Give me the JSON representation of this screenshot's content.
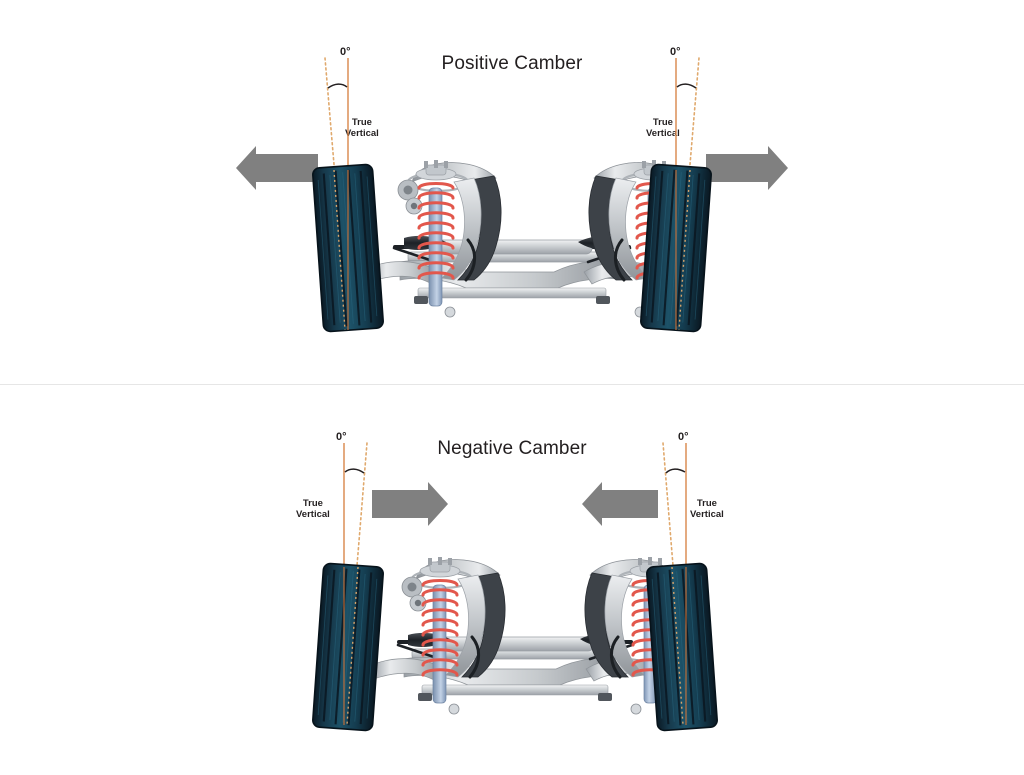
{
  "background_color": "#ffffff",
  "divider_color": "#e6e6e6",
  "colors": {
    "title_text": "#231f20",
    "label_text": "#231f20",
    "true_vertical_line": "#d9874a",
    "camber_line_dotted": "#e0a96d",
    "arrow_gray": "#808080",
    "tire_dark": "#0d2230",
    "tire_teal": "#1b4a5e",
    "spring_red": "#e2574c",
    "shock_blue": "#9fb6d4",
    "metal_light": "#d8dadd",
    "metal_mid": "#a8acb1",
    "metal_dark": "#4a4f55",
    "arc_marker": "#231f20"
  },
  "panels": [
    {
      "id": "positive",
      "title": "Positive Camber",
      "wheel_tilt_deg": 4,
      "tilt_direction": "top-outward",
      "arrows": [
        {
          "name": "left-arrow",
          "direction": "left"
        },
        {
          "name": "right-arrow",
          "direction": "right"
        }
      ],
      "annotations": [
        {
          "side": "left",
          "angle_label": "0°",
          "true_vertical_line1": "True",
          "true_vertical_line2": "Vertical"
        },
        {
          "side": "right",
          "angle_label": "0°",
          "true_vertical_line1": "True",
          "true_vertical_line2": "Vertical"
        }
      ]
    },
    {
      "id": "negative",
      "title": "Negative Camber",
      "wheel_tilt_deg": -4,
      "tilt_direction": "top-inward",
      "arrows": [
        {
          "name": "left-arrow",
          "direction": "right"
        },
        {
          "name": "right-arrow",
          "direction": "left"
        }
      ],
      "annotations": [
        {
          "side": "left",
          "angle_label": "0°",
          "true_vertical_line1": "True",
          "true_vertical_line2": "Vertical"
        },
        {
          "side": "right",
          "angle_label": "0°",
          "true_vertical_line1": "True",
          "true_vertical_line2": "Vertical"
        }
      ]
    }
  ],
  "diagram_parts": [
    "tire",
    "strut-assembly",
    "coil-spring",
    "upper-control-arm",
    "lower-control-arm",
    "steering-knuckle",
    "subframe",
    "steering-rack",
    "cv-axle-boot",
    "sway-bar"
  ]
}
